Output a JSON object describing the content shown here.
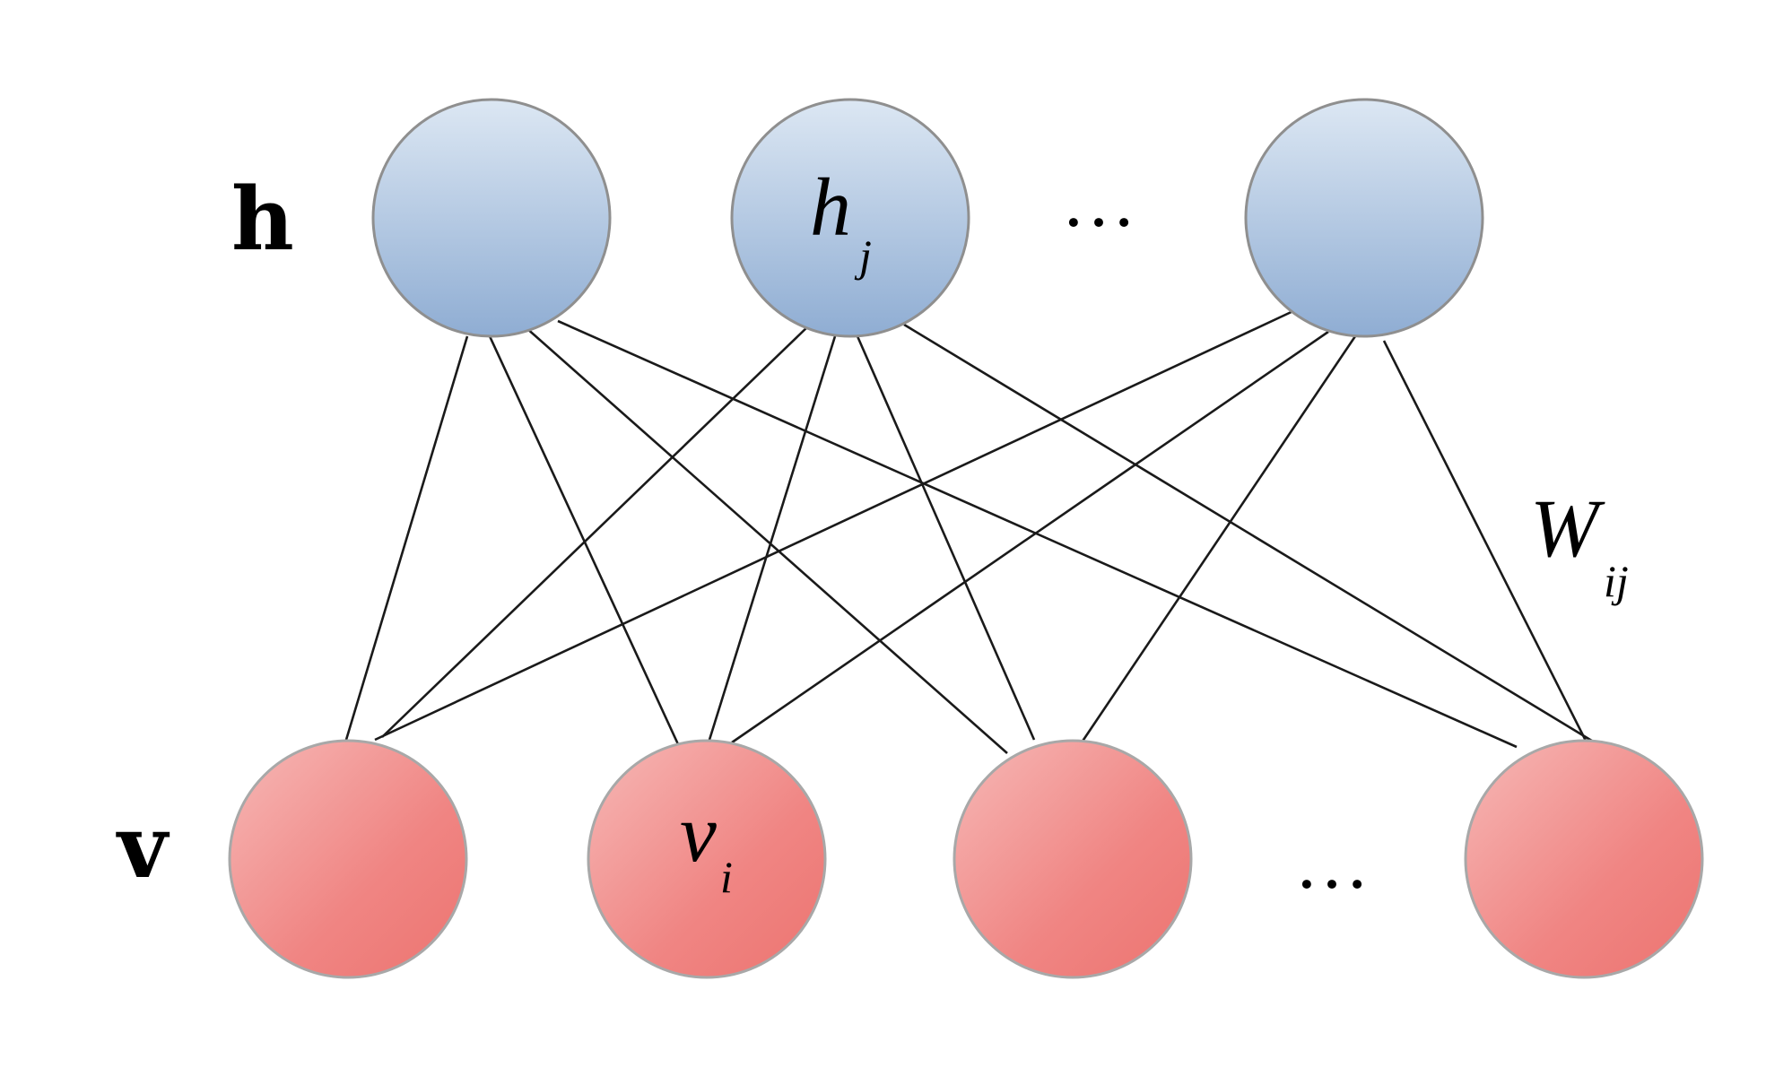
{
  "layers": {
    "hidden": {
      "label": "h",
      "node_label": {
        "main": "h",
        "sub": "j"
      },
      "ellipsis": "…",
      "color": "#a7bfde"
    },
    "visible": {
      "label": "v",
      "node_label": {
        "main": "v",
        "sub": "i"
      },
      "ellipsis": "…",
      "color": "#f08a86"
    }
  },
  "weight_label": {
    "main": "W",
    "sub": "ij"
  }
}
